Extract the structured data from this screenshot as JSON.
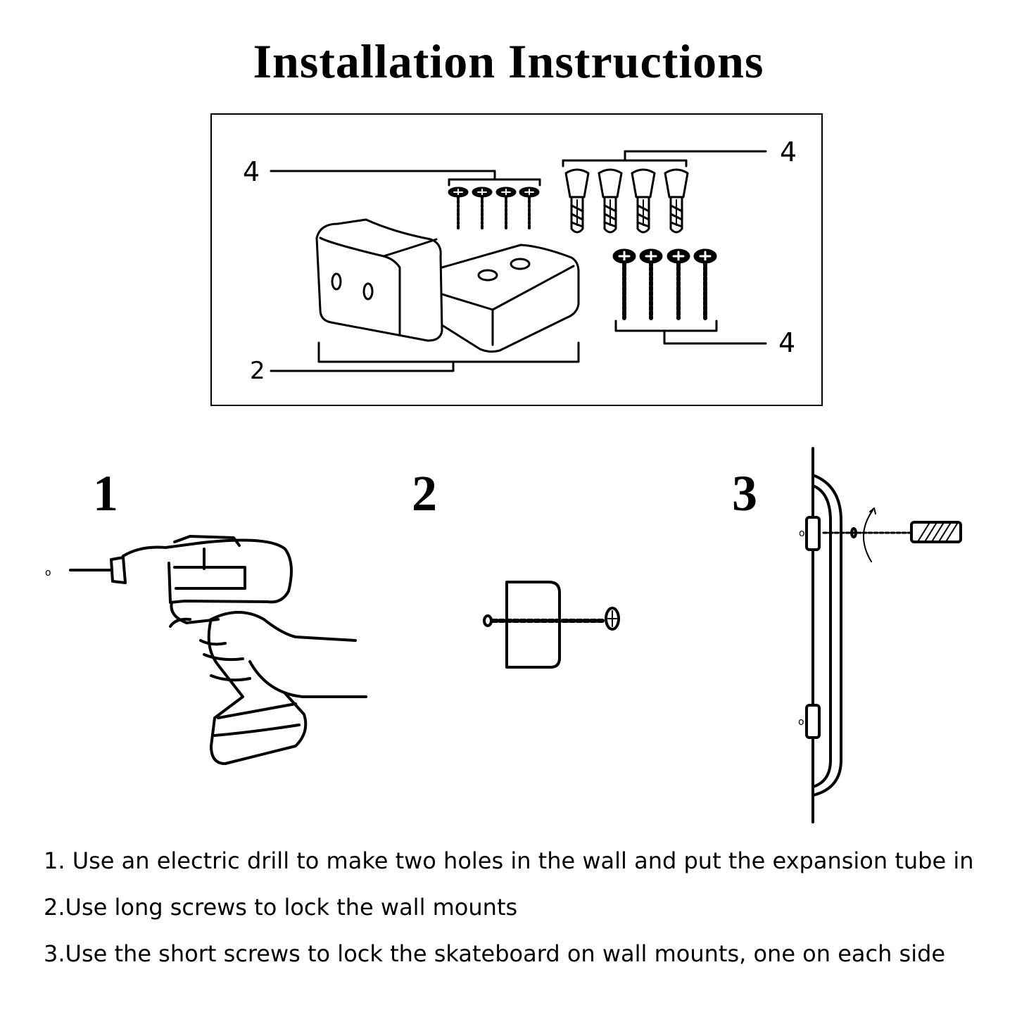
{
  "title": "Installation Instructions",
  "parts": {
    "short_screws_qty": "4",
    "anchors_qty": "4",
    "long_screws_qty": "4",
    "mounts_qty": "2"
  },
  "steps": [
    {
      "number": "1",
      "icon": "drill-icon"
    },
    {
      "number": "2",
      "icon": "mount-screw-icon"
    },
    {
      "number": "3",
      "icon": "skateboard-mount-icon"
    }
  ],
  "instructions": [
    "1. Use an electric drill to make two holes in the wall and put the expansion tube in",
    "2.Use long screws to lock the wall mounts",
    "3.Use the short screws to lock the skateboard on wall mounts, one on each side"
  ]
}
